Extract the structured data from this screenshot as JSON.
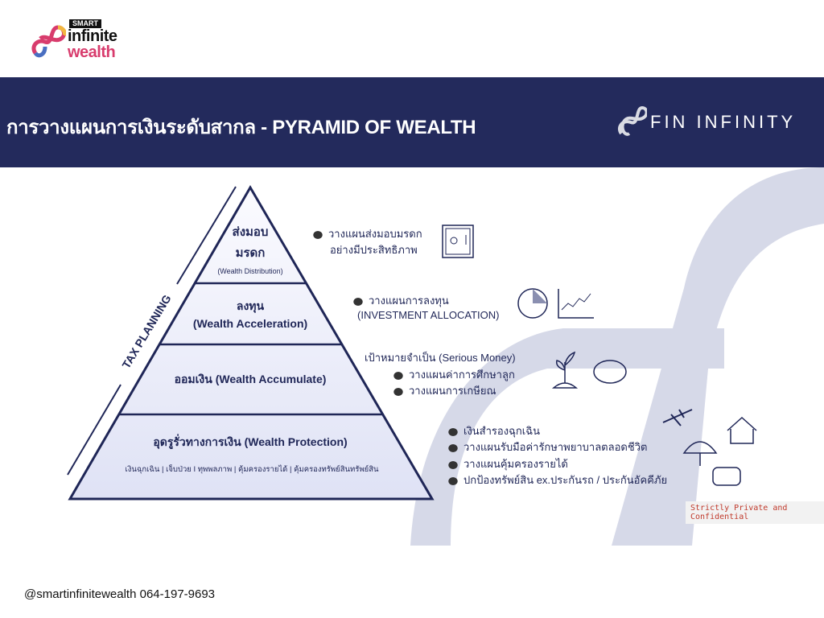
{
  "header": {
    "logo": {
      "badge": "SMART",
      "line1": "infinite",
      "line2": "wealth"
    },
    "title": "การวางแผนการเงินระดับสากล - PYRAMID OF WEALTH",
    "brand": "FIN INFINITY"
  },
  "pyramid": {
    "side_label": "TAX PLANNING",
    "tiers": [
      {
        "thai": "ส่งมอบ",
        "thai2": "มรดก",
        "english": "(Wealth Distribution)"
      },
      {
        "thai": "ลงทุน",
        "english": "(Wealth Acceleration)"
      },
      {
        "title": "ออมเงิน (Wealth Accumulate)"
      },
      {
        "title": "อุดรูรั่วทางการเงิน (Wealth Protection)",
        "subtitle": "เงินฉุกเฉิน | เจ็บป่วย I ทุพพลภาพ | คุ้มครองรายได้ | คุ้มครองทรัพย์สินทรัพย์สิน"
      }
    ]
  },
  "notes": {
    "distribution": [
      "วางแผนส่งมอบมรดก",
      "อย่างมีประสิทธิภาพ"
    ],
    "acceleration": [
      "วางแผนการลงทุน",
      "(INVESTMENT ALLOCATION)"
    ],
    "accumulate": {
      "heading": "เป้าหมายจำเป็น (Serious Money)",
      "items": [
        "วางแผนค่าการศึกษาลูก",
        "วางแผนการเกษียณ"
      ]
    },
    "protection": [
      "เงินสำรองฉุกเฉิน",
      "วางแผนรับมือค่ารักษาพยาบาลตลอดชีวิต",
      "วางแผนคุ้มครองรายได้",
      "ปกป้องทรัพย์สิน ex.ประกันรถ / ประกันอัคคีภัย"
    ]
  },
  "confidential": "Strictly Private and Confidential",
  "footer": {
    "contact": "@smartinfinitewealth 064-197-9693"
  },
  "colors": {
    "navy": "#232a5c",
    "pink": "#d83c6d",
    "watermark": "#d6d9e8"
  }
}
